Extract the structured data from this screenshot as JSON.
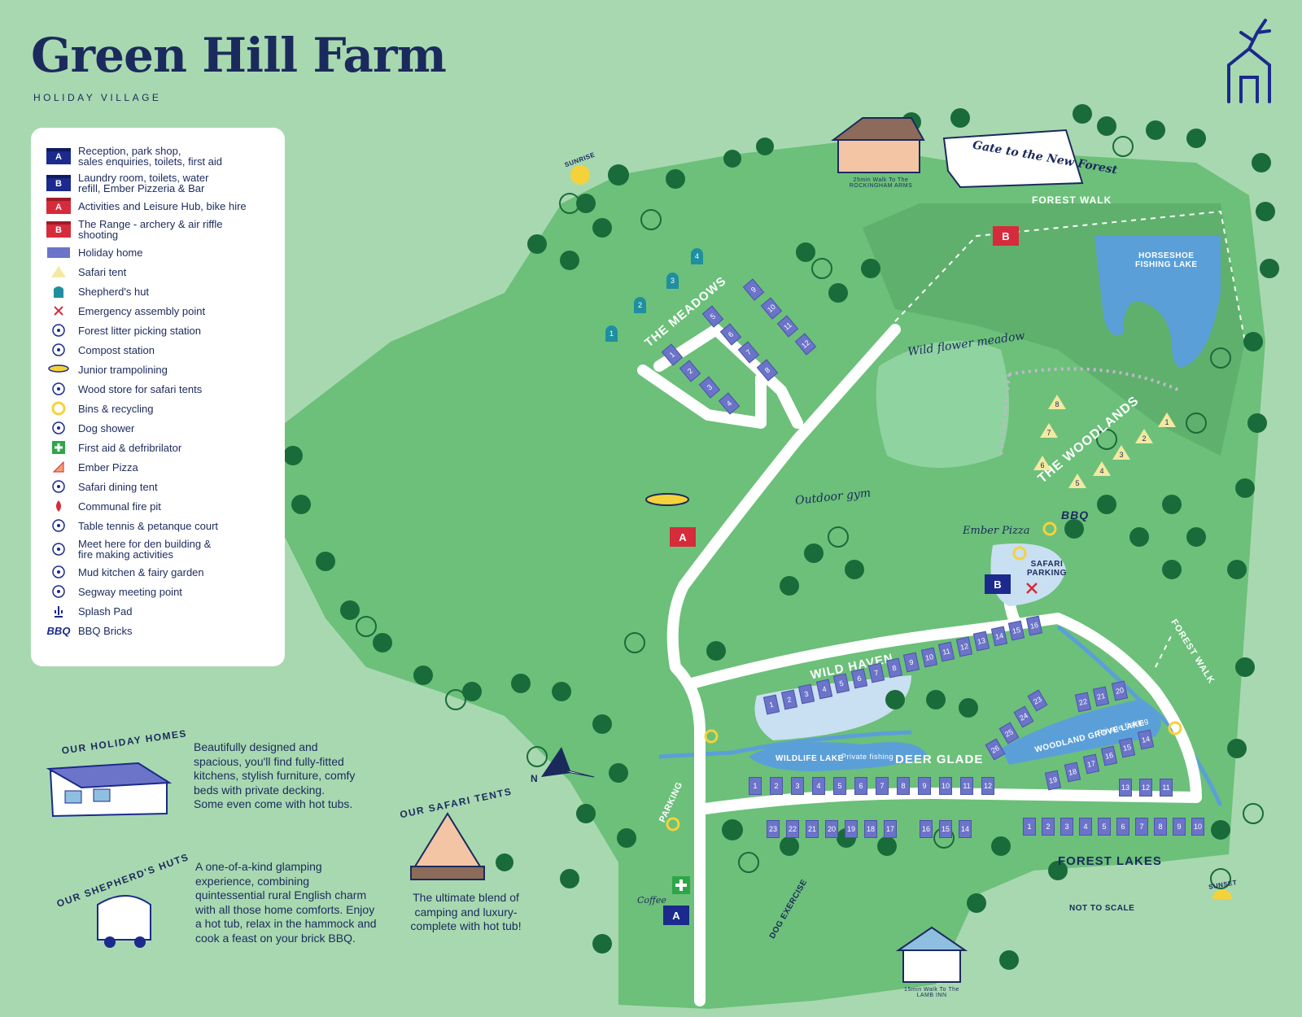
{
  "header": {
    "title": "Green Hill Farm",
    "subtitle": "HOLIDAY VILLAGE"
  },
  "legend": {
    "items": [
      {
        "icon": "reception-badge-icon",
        "label": "Reception, park shop,\nsales enquiries, toilets, first aid",
        "tall": true
      },
      {
        "icon": "laundry-badge-icon",
        "label": "Laundry room, toilets, water\nrefill, Ember Pizzeria & Bar",
        "tall": true
      },
      {
        "icon": "activities-badge-icon",
        "label": "Activities and Leisure Hub, bike hire",
        "tall": false
      },
      {
        "icon": "range-badge-icon",
        "label": "The Range - archery & air riffle\nshooting",
        "tall": true
      },
      {
        "icon": "holiday-home-icon",
        "label": "Holiday home",
        "tall": false
      },
      {
        "icon": "safari-tent-icon",
        "label": "Safari tent",
        "tall": false
      },
      {
        "icon": "shepherds-hut-icon",
        "label": "Shepherd's hut",
        "tall": false
      },
      {
        "icon": "emergency-cross-icon",
        "label": "Emergency assembly point",
        "tall": false
      },
      {
        "icon": "litter-station-icon",
        "label": "Forest litter picking station",
        "tall": false
      },
      {
        "icon": "compost-icon",
        "label": "Compost station",
        "tall": false
      },
      {
        "icon": "trampoline-icon",
        "label": "Junior trampolining",
        "tall": false
      },
      {
        "icon": "wood-store-icon",
        "label": "Wood store for safari tents",
        "tall": false
      },
      {
        "icon": "bins-icon",
        "label": "Bins & recycling",
        "tall": false
      },
      {
        "icon": "dog-shower-icon",
        "label": "Dog shower",
        "tall": false
      },
      {
        "icon": "first-aid-icon",
        "label": "First aid & defribrilator",
        "tall": false
      },
      {
        "icon": "pizza-icon",
        "label": "Ember Pizza",
        "tall": false
      },
      {
        "icon": "dining-tent-icon",
        "label": "Safari dining tent",
        "tall": false
      },
      {
        "icon": "fire-pit-icon",
        "label": "Communal fire pit",
        "tall": false
      },
      {
        "icon": "table-tennis-icon",
        "label": "Table tennis & petanque court",
        "tall": false
      },
      {
        "icon": "den-building-icon",
        "label": "Meet here for den building &\nfire making activities",
        "tall": true
      },
      {
        "icon": "mud-kitchen-icon",
        "label": "Mud kitchen & fairy garden",
        "tall": false
      },
      {
        "icon": "segway-icon",
        "label": "Segway meeting point",
        "tall": false
      },
      {
        "icon": "splash-pad-icon",
        "label": "Splash Pad",
        "tall": false
      },
      {
        "icon": "bbq-icon",
        "label": "BBQ Bricks",
        "tall": false
      }
    ],
    "badges": {
      "reception": "A",
      "laundry": "B",
      "activities": "A",
      "range": "B"
    },
    "colors": {
      "navy": "#1b2a8c",
      "red": "#d62b3b",
      "unit": "#6b74c8",
      "tent": "#f3e9a0",
      "hut": "#1f8fa0"
    }
  },
  "map_labels": {
    "the_meadows": "THE MEADOWS",
    "forest_walk_top": "FOREST WALK",
    "forest_walk_right": "FOREST WALK",
    "horseshoe_lake": "HORSESHOE\nFISHING LAKE",
    "the_woodlands": "THE WOODLANDS",
    "wild_haven": "WILD HAVEN",
    "deer_glade": "DEER GLADE",
    "wildlife_lake": "WILDLIFE LAKE",
    "wildlife_lake_note": "Private fishing",
    "woodland_grove_lake": "WOODLAND GROVE LAKE",
    "woodland_grove_note": "Private fishing",
    "forest_lakes": "FOREST LAKES",
    "safari_parking": "SAFARI\nPARKING",
    "parking": "PARKING",
    "dog_exercise": "DOG EXERCISE",
    "not_to_scale": "NOT TO SCALE",
    "sunrise": "SUNRISE",
    "sunset": "SUNSET",
    "bbq": "BBQ",
    "gate_banner": "Gate to the New Forest",
    "wild_flower": "Wild flower meadow",
    "outdoor_gym": "Outdoor gym",
    "ember_pizza": "Ember Pizza",
    "coffee": "Coffee",
    "rockingham": "25min Walk To The ROCKINGHAM ARMS",
    "lamb_inn": "15min Walk To The LAMB INN",
    "compass_n": "N"
  },
  "map_badges": {
    "activities_a": "A",
    "reception_a": "A",
    "laundry_b": "B",
    "range_b": "B"
  },
  "units": {
    "meadows_huts": [
      "1",
      "2",
      "3",
      "4"
    ],
    "meadows_homes": [
      "1",
      "2",
      "3",
      "4",
      "5",
      "6",
      "7",
      "8",
      "9",
      "10",
      "11",
      "12"
    ],
    "woodland_tents": [
      "1",
      "2",
      "3",
      "4",
      "5",
      "6",
      "7",
      "8"
    ],
    "wild_haven": [
      "1",
      "2",
      "3",
      "4",
      "5",
      "6",
      "7",
      "8",
      "9",
      "10",
      "11",
      "12",
      "13",
      "14",
      "15",
      "16"
    ],
    "deer_glade_front": [
      "1",
      "2",
      "3",
      "4",
      "5",
      "6",
      "7",
      "8",
      "9",
      "10",
      "11",
      "12"
    ],
    "deer_glade_back": [
      "23",
      "22",
      "21",
      "20",
      "19",
      "18",
      "17",
      "16",
      "15",
      "14"
    ],
    "deer_glade_upper": [
      "26",
      "25",
      "24",
      "23"
    ],
    "grove_left": [
      "19",
      "18",
      "17",
      "16",
      "15",
      "14"
    ],
    "grove_top": [
      "22",
      "21",
      "20"
    ],
    "grove_right": [
      "13",
      "12",
      "11"
    ],
    "forest_lakes": [
      "1",
      "2",
      "3",
      "4",
      "5",
      "6",
      "7",
      "8",
      "9",
      "10"
    ]
  },
  "info_sections": {
    "holiday_homes_title": "OUR HOLIDAY HOMES",
    "holiday_homes_text": "Beautifully designed and spacious, you'll find fully-fitted kitchens, stylish furniture, comfy beds with private decking. Some even come with hot tubs.",
    "shepherds_huts_title": "OUR SHEPHERD'S HUTS",
    "shepherds_huts_text": "A one-of-a-kind glamping experience, combining quintessential rural English charm with all those home comforts. Enjoy a hot tub, relax in the hammock and cook a feast on your brick BBQ.",
    "safari_tents_title": "OUR SAFARI TENTS",
    "safari_tents_text": "The ultimate blend of camping and luxury-complete with hot tub!"
  }
}
